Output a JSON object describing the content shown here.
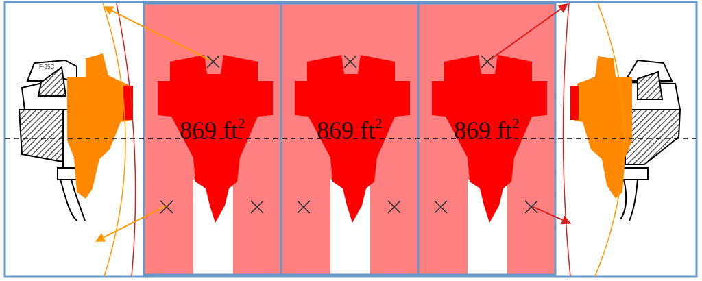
{
  "cells": [
    {
      "area_value": "869 ft",
      "area_exponent": "2"
    },
    {
      "area_value": "869 ft",
      "area_exponent": "2"
    },
    {
      "area_value": "869 ft",
      "area_exponent": "2"
    }
  ],
  "left_aircraft_tag": "F-35C",
  "colors": {
    "border": "#6699cc",
    "cell_fill": "#ff8080",
    "footprint": "#ff0000",
    "end_footprint": "#ff8800",
    "arc_orange": "#ff9900",
    "arc_red": "#d92020",
    "hatch": "#555555",
    "centerline": "#000000",
    "marker": "#333333"
  },
  "icons": {
    "marker": "cross-marker-icon",
    "arrow": "double-arrow-icon"
  }
}
